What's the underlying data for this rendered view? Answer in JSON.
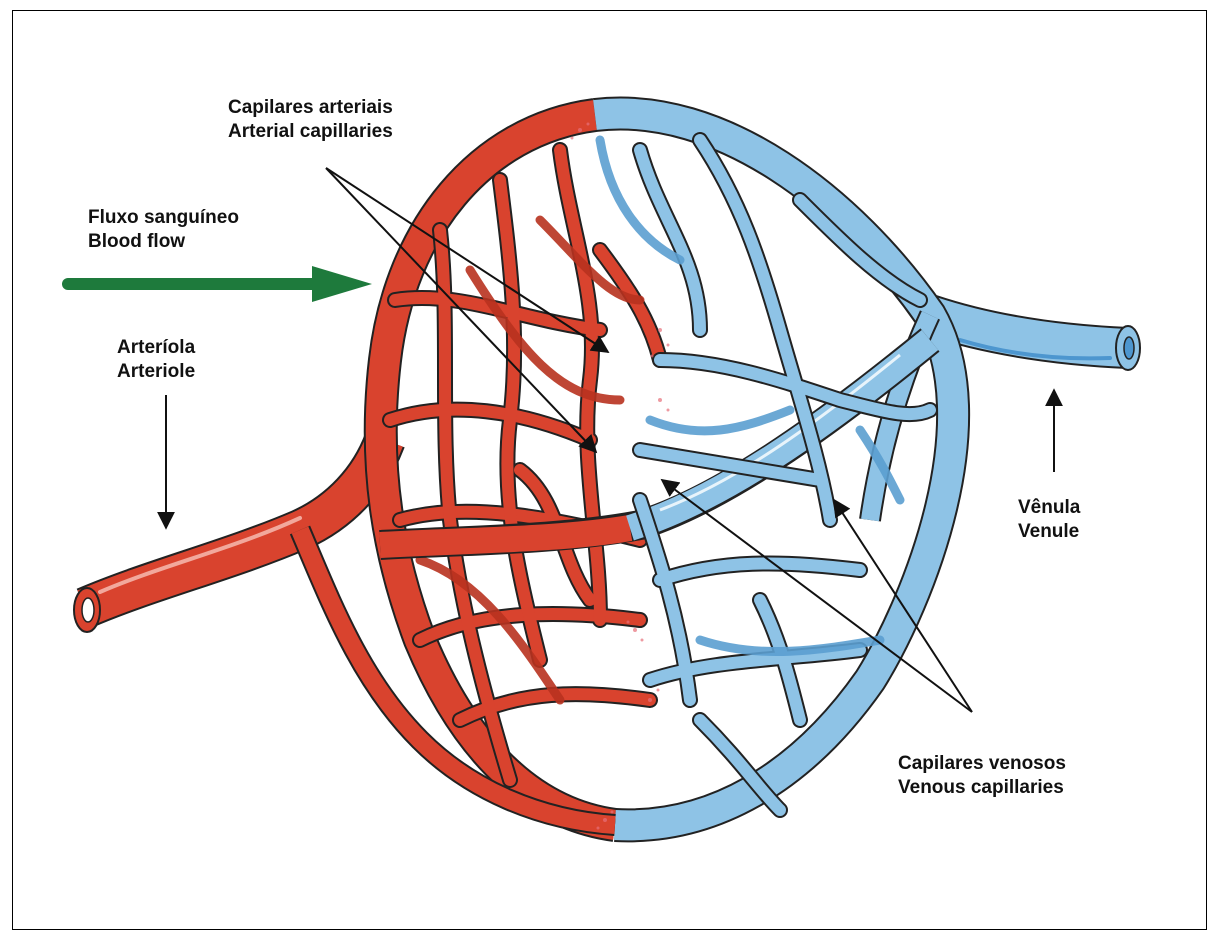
{
  "labels": {
    "arterial_capillaries": {
      "line1": "Capilares arteriais",
      "line2": "Arterial capillaries"
    },
    "blood_flow": {
      "line1": "Fluxo sanguíneo",
      "line2": "Blood flow"
    },
    "arteriole": {
      "line1": "Arteríola",
      "line2": "Arteriole"
    },
    "venule": {
      "line1": "Vênula",
      "line2": "Venule"
    },
    "venous_capillaries": {
      "line1": "Capilares venosos",
      "line2": "Venous capillaries"
    }
  },
  "colors": {
    "arterial": "#d9432e",
    "arterial_dark": "#b8321f",
    "venous": "#8ec3e6",
    "venous_dark": "#5b9fd0",
    "flow_arrow": "#1e7a3c",
    "outline": "#222222"
  }
}
